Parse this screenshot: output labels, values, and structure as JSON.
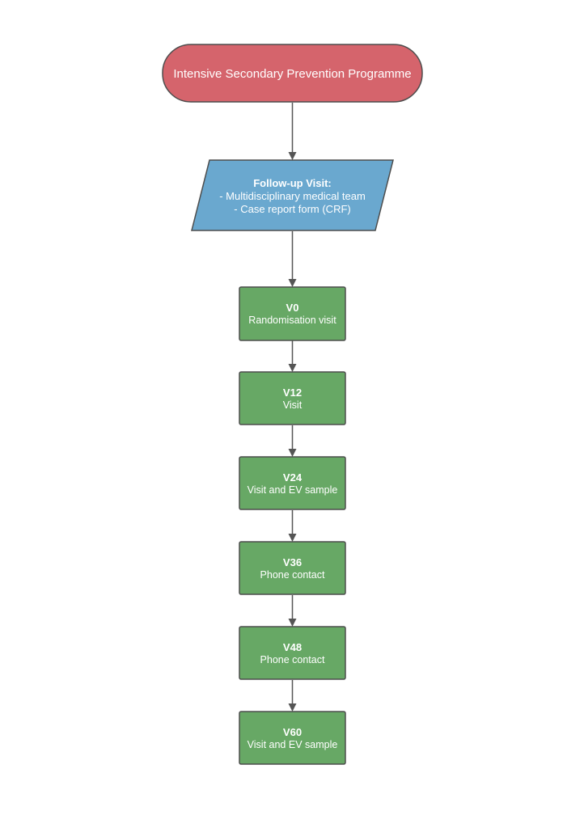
{
  "start": {
    "label": "Intensive Secondary Prevention Programme",
    "color": "#d5646c"
  },
  "followup": {
    "title": "Follow-up Visit:",
    "lines": [
      "- Multidisciplinary medical team",
      "- Case report form (CRF)"
    ],
    "color": "#6aa8cf"
  },
  "visits": [
    {
      "code": "V0",
      "desc": "Randomisation visit"
    },
    {
      "code": "V12",
      "desc": "Visit"
    },
    {
      "code": "V24",
      "desc": "Visit and EV sample"
    },
    {
      "code": "V36",
      "desc": "Phone contact"
    },
    {
      "code": "V48",
      "desc": "Phone contact"
    },
    {
      "code": "V60",
      "desc": "Visit and EV sample"
    }
  ],
  "colors": {
    "visit_fill": "#67a865",
    "stroke": "#4d4d4d",
    "arrow": "#555555"
  }
}
